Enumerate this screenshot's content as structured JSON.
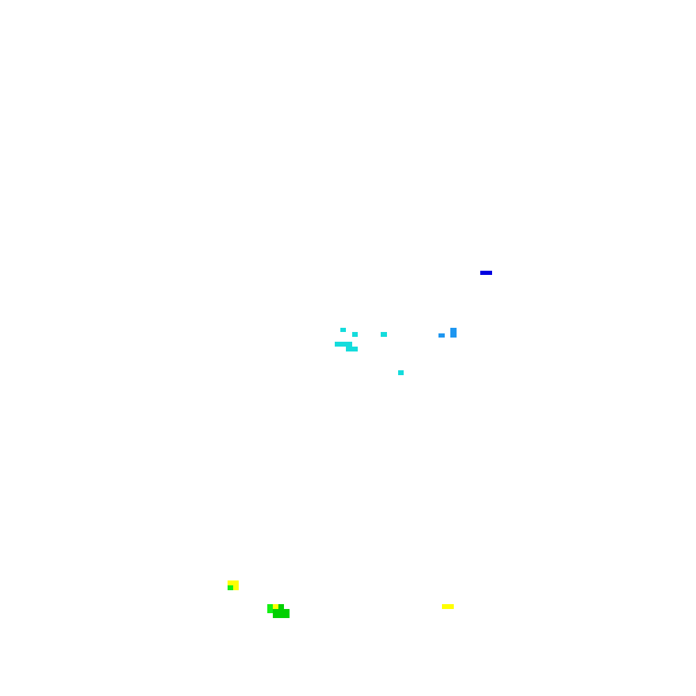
{
  "palette": {
    "background": "#ffffff",
    "blue": "#0000e0",
    "sky": "#1e96f0",
    "cyan": "#14dcdc",
    "green": "#00d000",
    "bright_green": "#14f014",
    "yellow": "#ffff00"
  },
  "pixel_clusters": [
    {
      "name": "blue-pixel",
      "color": "blue"
    },
    {
      "name": "sky-pixel-small",
      "color": "sky"
    },
    {
      "name": "sky-pixel-tall",
      "color": "sky"
    },
    {
      "name": "cyan-pixel-1",
      "color": "cyan"
    },
    {
      "name": "cyan-pixel-2",
      "color": "cyan"
    },
    {
      "name": "cyan-pixel-3",
      "color": "cyan"
    },
    {
      "name": "cyan-bar-top",
      "color": "cyan"
    },
    {
      "name": "cyan-bar-bottom",
      "color": "cyan"
    },
    {
      "name": "cyan-pixel-4",
      "color": "cyan"
    },
    {
      "name": "yellow-pixel-left",
      "color": "yellow"
    },
    {
      "name": "green-pixel-left",
      "color": "bright_green"
    },
    {
      "name": "green-pixel-mid-left",
      "color": "bright_green"
    },
    {
      "name": "yellow-pixel-mid",
      "color": "yellow"
    },
    {
      "name": "green-pixel-mid-right",
      "color": "green"
    },
    {
      "name": "green-bar-bottom",
      "color": "green"
    },
    {
      "name": "yellow-pixel-right",
      "color": "yellow"
    }
  ]
}
